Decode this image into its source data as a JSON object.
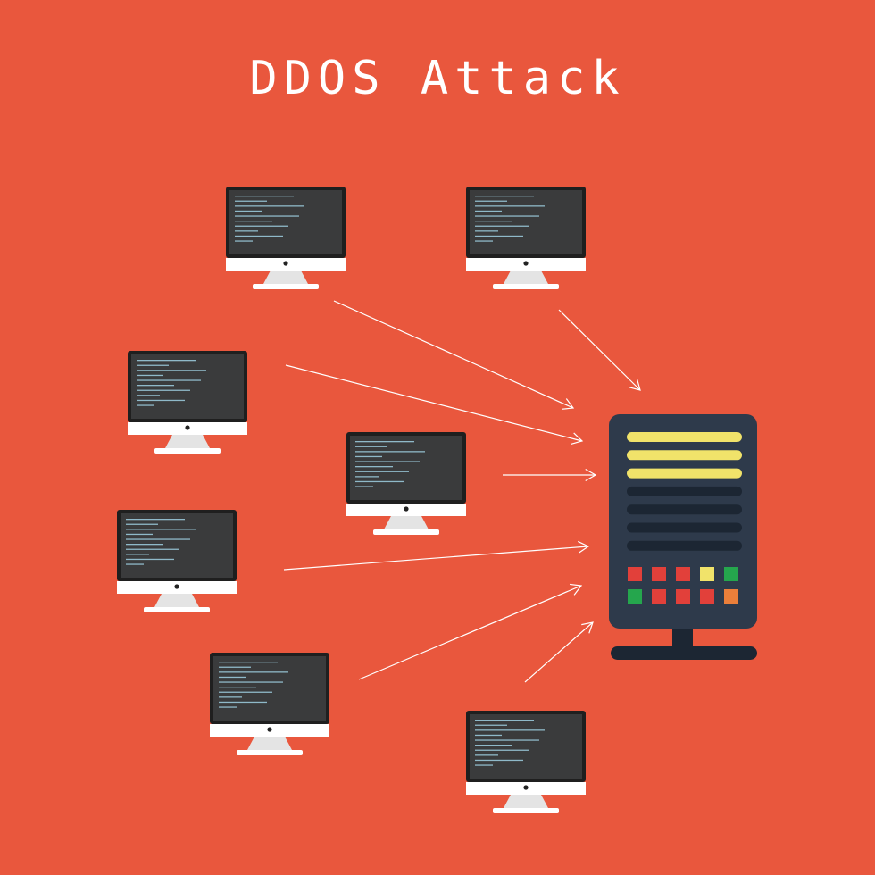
{
  "title": "DDOS Attack",
  "colors": {
    "background": "#E9573D",
    "monitor_bezel": "#1F1F1F",
    "monitor_screen": "#3A3B3C",
    "monitor_chin": "#FFFFFF",
    "monitor_stand": "#E4E4E4",
    "code_lines": "#8FB9C9",
    "arrow": "#FFFFFF",
    "server_body": "#2E3A4B",
    "server_bar_active": "#F1E36A",
    "server_bar_idle": "#1C2633",
    "led_red": "#E2403A",
    "led_yellow": "#F1E36A",
    "led_green": "#25A64D",
    "led_orange": "#EB7F3A"
  },
  "attackers": [
    {
      "name": "attacker-computer-1"
    },
    {
      "name": "attacker-computer-2"
    },
    {
      "name": "attacker-computer-3"
    },
    {
      "name": "attacker-computer-4"
    },
    {
      "name": "attacker-computer-5"
    },
    {
      "name": "attacker-computer-6"
    },
    {
      "name": "attacker-computer-7"
    }
  ],
  "server": {
    "name": "target-server",
    "bars": [
      "active",
      "active",
      "active",
      "idle",
      "idle",
      "idle",
      "idle"
    ],
    "leds": [
      [
        "red",
        "red",
        "red",
        "yellow",
        "green"
      ],
      [
        "green",
        "red",
        "red",
        "red",
        "orange"
      ]
    ]
  }
}
